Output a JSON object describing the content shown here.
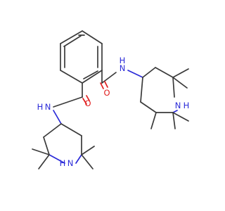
{
  "molecule": {
    "atoms": [
      {
        "id": "o1",
        "element": "O",
        "label": "O"
      },
      {
        "id": "o2",
        "element": "O",
        "label": "O"
      },
      {
        "id": "n1",
        "element": "N",
        "label": "N"
      },
      {
        "id": "n2",
        "element": "N",
        "label": "N"
      },
      {
        "id": "nr1",
        "element": "N",
        "label": "N"
      },
      {
        "id": "nr2",
        "element": "N",
        "label": "N"
      }
    ],
    "atom_h": [
      {
        "id": "n1h",
        "label": "H"
      },
      {
        "id": "n2h",
        "label": "H"
      },
      {
        "id": "nr1h",
        "label": "H"
      },
      {
        "id": "nr2h",
        "label": "H"
      }
    ]
  },
  "colors": {
    "carbon_bond": "#3a3a3a",
    "oxygen": "#e01e1e",
    "nitrogen": "#2a2ad8",
    "background": "#ffffff"
  }
}
